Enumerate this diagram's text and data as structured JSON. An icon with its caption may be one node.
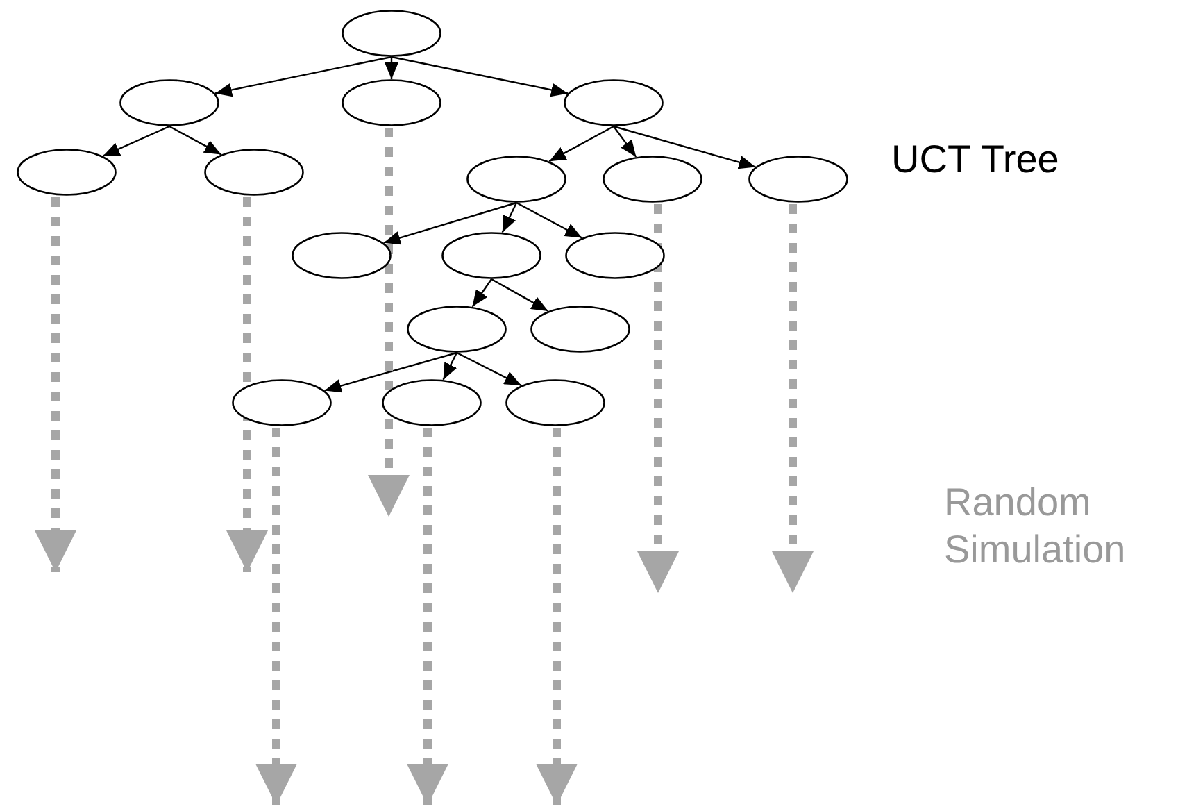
{
  "diagram": {
    "nodes": [
      {
        "text": [],
        "shape": "ellipse"
      },
      {
        "text": [],
        "shape": "ellipse"
      },
      {
        "text": [],
        "shape": "ellipse"
      },
      {
        "text": [],
        "shape": "ellipse"
      },
      {
        "text": [],
        "shape": "ellipse"
      },
      {
        "text": [],
        "shape": "ellipse"
      },
      {
        "text": [],
        "shape": "ellipse"
      },
      {
        "text": [],
        "shape": "ellipse"
      },
      {
        "text": [],
        "shape": "ellipse"
      },
      {
        "text": [],
        "shape": "ellipse"
      },
      {
        "text": [],
        "shape": "ellipse"
      },
      {
        "text": [],
        "shape": "ellipse"
      },
      {
        "text": [],
        "shape": "ellipse"
      },
      {
        "text": [],
        "shape": "ellipse"
      },
      {
        "text": [],
        "shape": "ellipse"
      },
      {
        "text": [],
        "shape": "ellipse"
      },
      {
        "text": [],
        "shape": "ellipse"
      }
    ],
    "edges": [
      {
        "from": 0,
        "to": 1,
        "arrow": "to"
      },
      {
        "from": 0,
        "to": 2,
        "arrow": "to"
      },
      {
        "from": 0,
        "to": 3,
        "arrow": "to"
      },
      {
        "from": 1,
        "to": 4,
        "arrow": "to"
      },
      {
        "from": 1,
        "to": 5,
        "arrow": "to"
      },
      {
        "from": 3,
        "to": 6,
        "arrow": "to"
      },
      {
        "from": 3,
        "to": 7,
        "arrow": "to"
      },
      {
        "from": 3,
        "to": 8,
        "arrow": "to"
      },
      {
        "from": 6,
        "to": 9,
        "arrow": "to"
      },
      {
        "from": 6,
        "to": 10,
        "arrow": "to"
      },
      {
        "from": 6,
        "to": 11,
        "arrow": "to"
      },
      {
        "from": 10,
        "to": 12,
        "arrow": "to"
      },
      {
        "from": 10,
        "to": 13,
        "arrow": "to"
      },
      {
        "from": 12,
        "to": 14,
        "arrow": "to"
      },
      {
        "from": 12,
        "to": 15,
        "arrow": "to"
      },
      {
        "from": 12,
        "to": 16,
        "arrow": "to"
      },
      {
        "from": 2,
        "to": null,
        "arrow": "to",
        "style": "dashed",
        "color": "#a6a6a6"
      },
      {
        "from": 4,
        "to": null,
        "arrow": "to",
        "style": "dashed",
        "color": "#a6a6a6"
      },
      {
        "from": 5,
        "to": null,
        "arrow": "to",
        "style": "dashed",
        "color": "#a6a6a6"
      },
      {
        "from": 7,
        "to": null,
        "arrow": "to",
        "style": "dashed",
        "color": "#a6a6a6"
      },
      {
        "from": 8,
        "to": null,
        "arrow": "to",
        "style": "dashed",
        "color": "#a6a6a6"
      },
      {
        "from": 14,
        "to": null,
        "arrow": "to",
        "style": "dashed",
        "color": "#a6a6a6"
      },
      {
        "from": 15,
        "to": null,
        "arrow": "to",
        "style": "dashed",
        "color": "#a6a6a6"
      },
      {
        "from": 16,
        "to": null,
        "arrow": "to",
        "style": "dashed",
        "color": "#a6a6a6"
      }
    ],
    "labels": [
      "UCT Tree",
      "Random Simulation"
    ]
  }
}
